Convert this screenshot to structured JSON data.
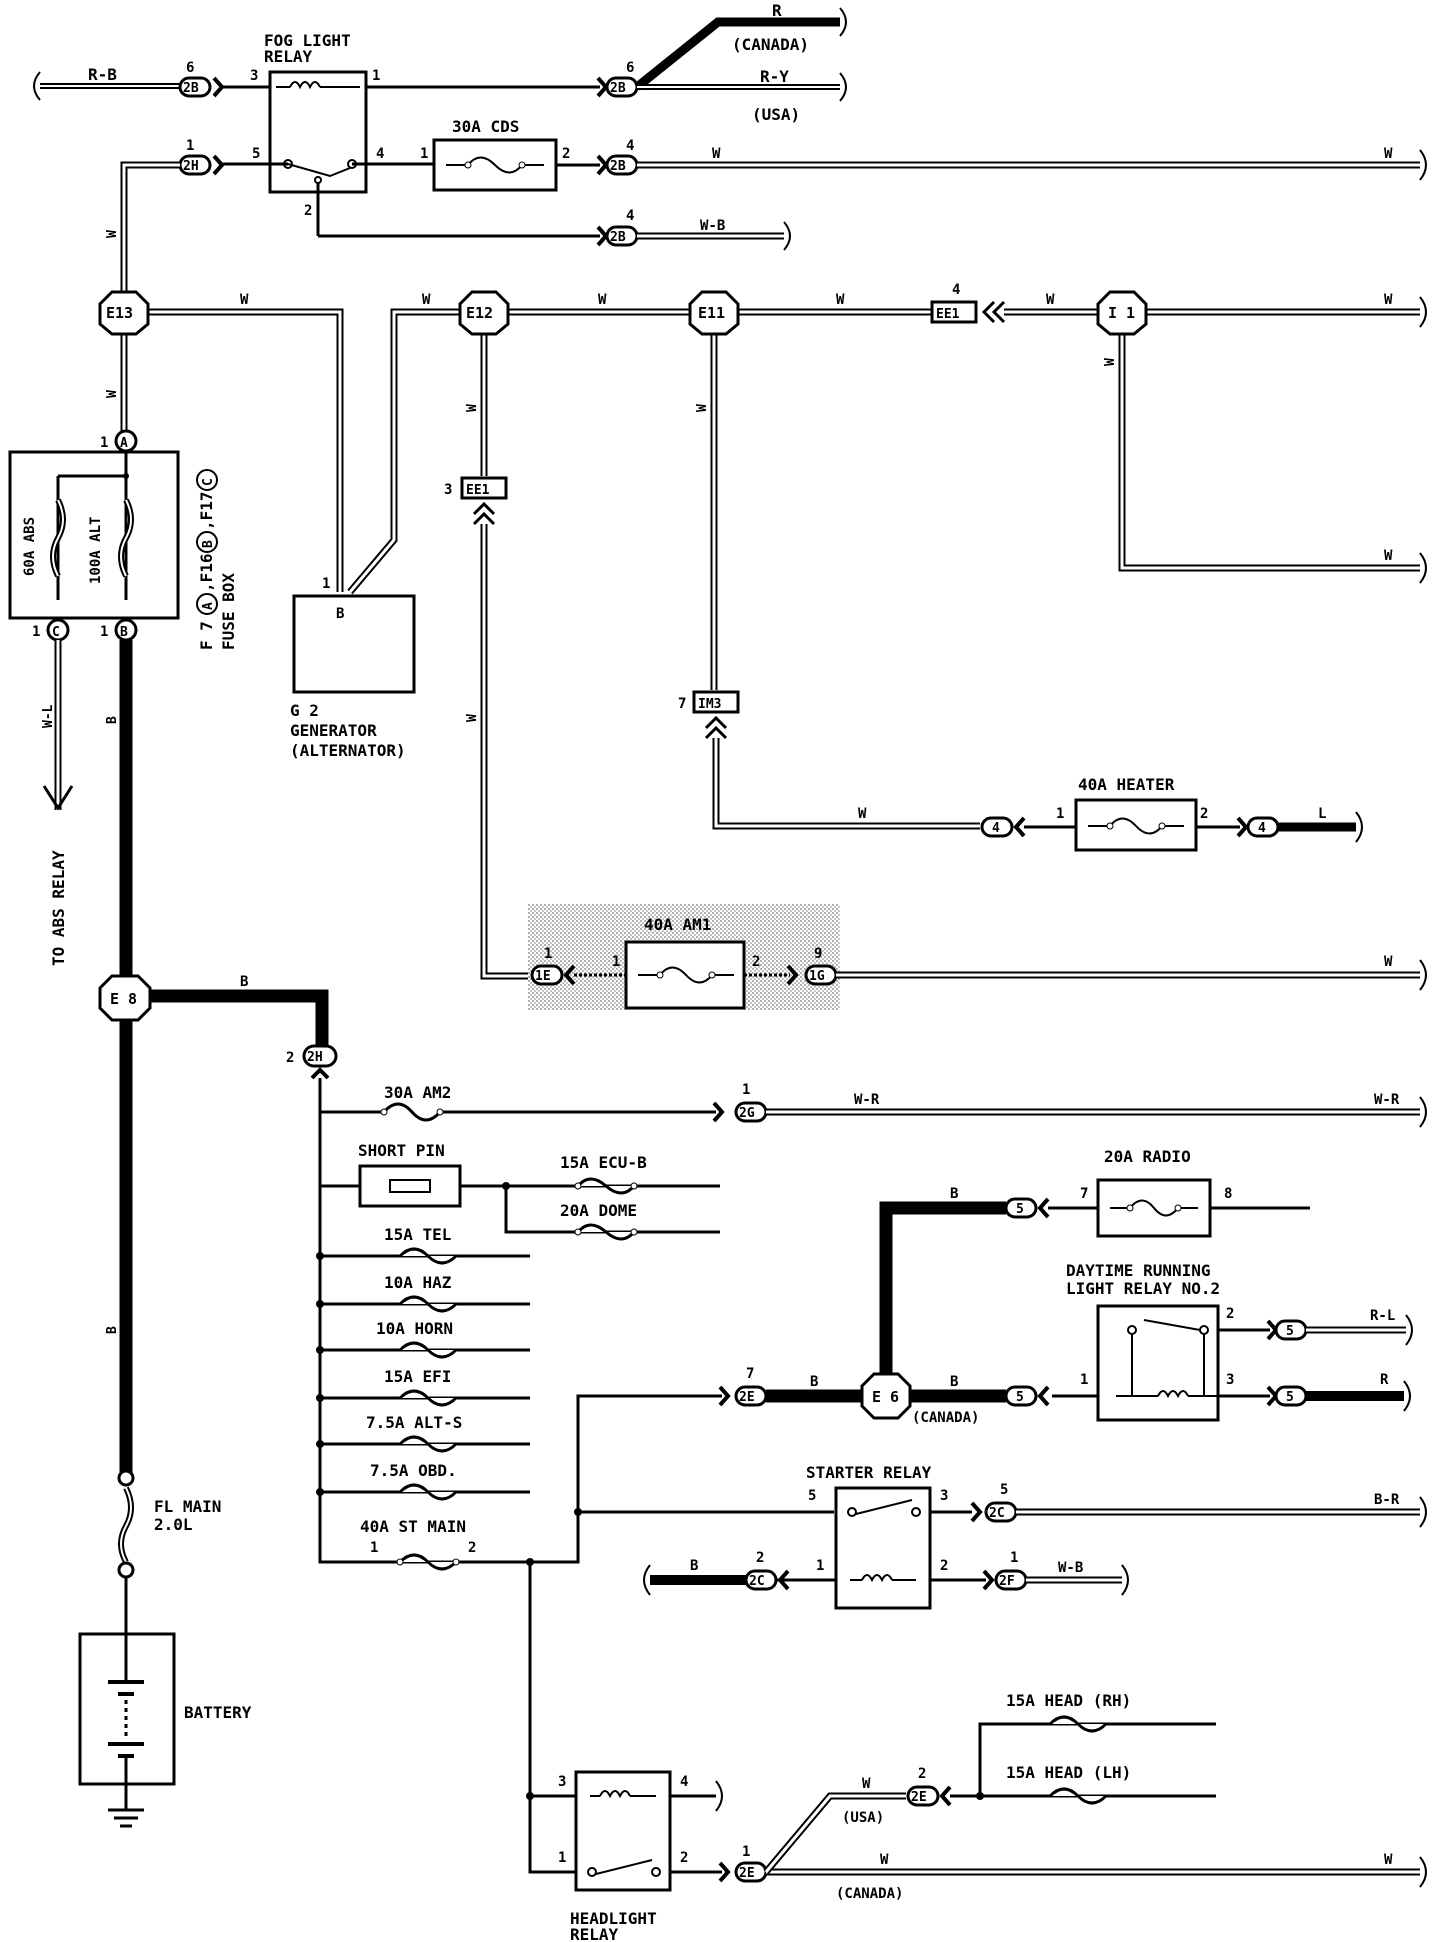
{
  "labels": {
    "fog_relay": "FOG LIGHT",
    "fog_relay2": "RELAY",
    "canada": "(CANADA)",
    "usa": "(USA)",
    "r": "R",
    "ry": "R-Y",
    "rb": "R-B",
    "w": "W",
    "wb": "W-B",
    "b": "B",
    "wl": "W-L",
    "wr": "W-R",
    "rl": "R-L",
    "br": "B-R",
    "l": "L",
    "cds": "30A CDS",
    "heater": "40A HEATER",
    "am1": "40A AM1",
    "am2": "30A AM2",
    "short_pin": "SHORT PIN",
    "ecu_b": "15A ECU-B",
    "dome": "20A DOME",
    "tel": "15A TEL",
    "haz": "10A HAZ",
    "horn": "10A HORN",
    "efi": "15A EFI",
    "alt_s": "7.5A ALT-S",
    "obd": "7.5A OBD.",
    "st_main": "40A ST MAIN",
    "radio": "20A RADIO",
    "drl1": "DAYTIME RUNNING",
    "drl2": "LIGHT RELAY NO.2",
    "starter": "STARTER RELAY",
    "head_rh": "15A HEAD (RH)",
    "head_lh": "15A HEAD (LH)",
    "headlight1": "HEADLIGHT",
    "headlight2": "RELAY",
    "fl_main1": "FL MAIN",
    "fl_main2": "2.0L",
    "battery": "BATTERY",
    "gen1": "G 2",
    "gen2": "GENERATOR",
    "gen3": "(ALTERNATOR)",
    "abs_fuse": "60A ABS",
    "alt_fuse": "100A ALT",
    "fuse_box1": "F 7",
    "fuse_box1b": ",F16",
    "fuse_box1c": ",F17",
    "fuse_box2": "FUSE BOX",
    "to_abs": "TO ABS RELAY",
    "ca": "A",
    "cb": "B",
    "cc": "C",
    "gen_b": "B"
  },
  "connectors": {
    "c2b": "2B",
    "c2h": "2H",
    "c1e": "1E",
    "c1g": "1G",
    "c2g": "2G",
    "c2e": "2E",
    "c2c": "2C",
    "c2f": "2F",
    "c4": "4",
    "c5": "5",
    "ee1": "EE1",
    "im3": "IM3"
  },
  "junctions": {
    "e13": "E13",
    "e12": "E12",
    "e11": "E11",
    "i1": "I 1",
    "e8": "E 8",
    "e6": "E 6"
  },
  "pins": {
    "p1": "1",
    "p2": "2",
    "p3": "3",
    "p4": "4",
    "p5": "5",
    "p6": "6",
    "p7": "7",
    "p8": "8",
    "p9": "9"
  }
}
